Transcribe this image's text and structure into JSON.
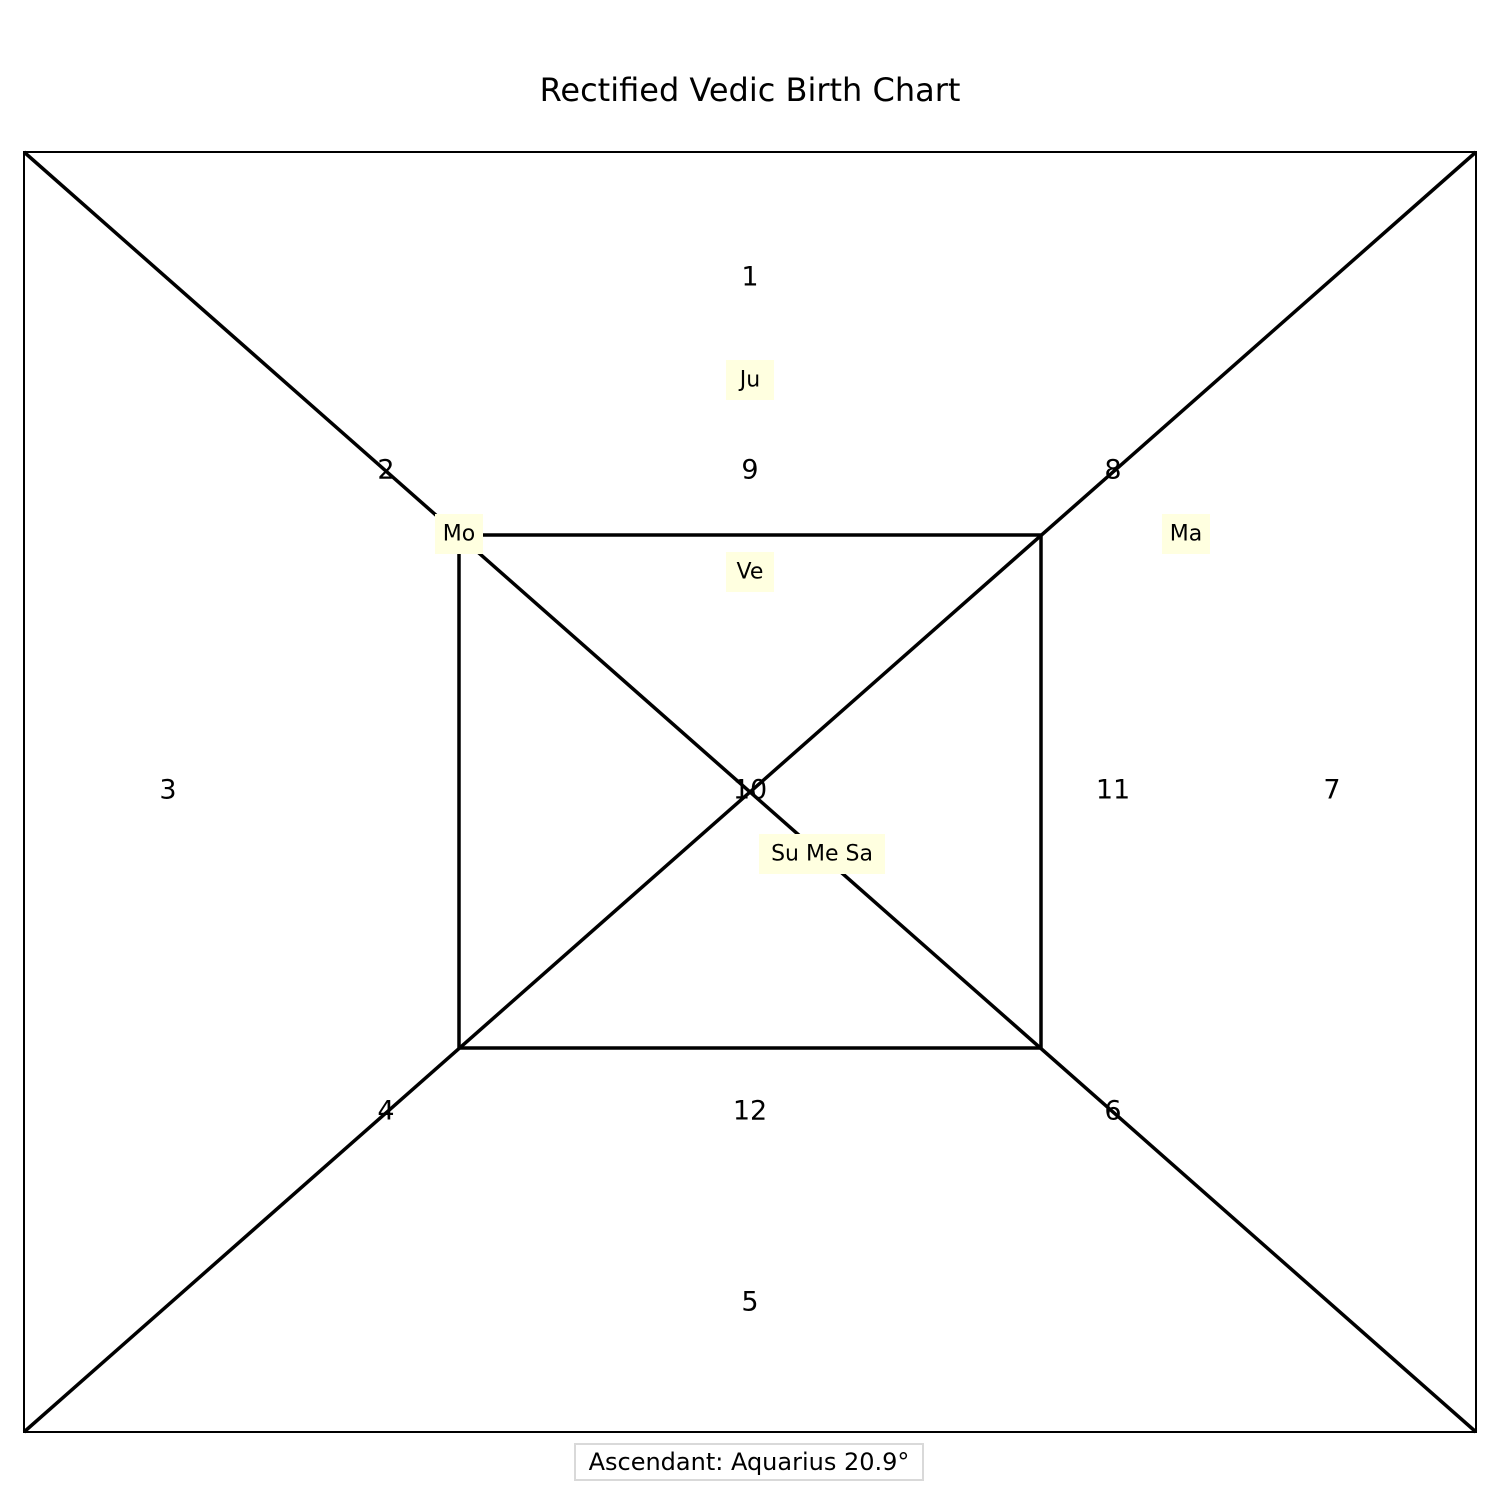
{
  "title": "Rectified Vedic Birth Chart",
  "houses": [
    {
      "number": "1"
    },
    {
      "number": "2"
    },
    {
      "number": "3"
    },
    {
      "number": "4"
    },
    {
      "number": "5"
    },
    {
      "number": "6"
    },
    {
      "number": "7"
    },
    {
      "number": "8"
    },
    {
      "number": "9"
    },
    {
      "number": "10"
    },
    {
      "number": "11"
    },
    {
      "number": "12"
    }
  ],
  "planets": [
    {
      "label": "Ju",
      "house": "1"
    },
    {
      "label": "Mo",
      "house": "2"
    },
    {
      "label": "Ma",
      "house": "8"
    },
    {
      "label": "Ve",
      "house": "9"
    },
    {
      "label": "Su Me Sa",
      "house": "10"
    }
  ],
  "ascendant_note": "Ascendant: Aquarius 20.9°",
  "colors": {
    "line": "#000000",
    "planet_box": "#ffffe0",
    "note_border": "#d9d9d9"
  }
}
